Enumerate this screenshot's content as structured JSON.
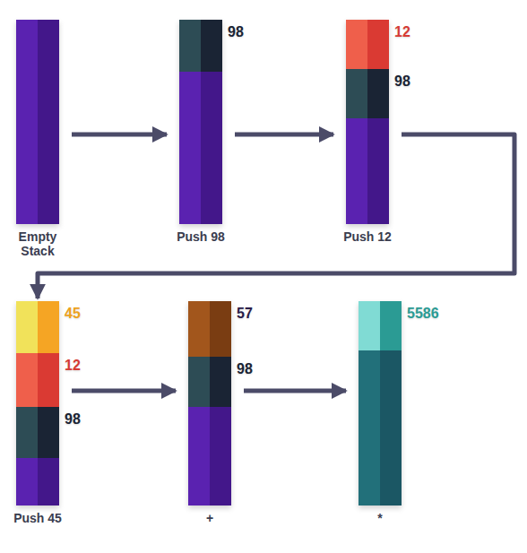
{
  "diagram": {
    "nodes": [
      {
        "text": [
          "Empty Stack"
        ]
      },
      {
        "text": [
          "Push 98"
        ]
      },
      {
        "text": [
          "98"
        ],
        "in": 1
      },
      {
        "text": [
          "Push 12"
        ]
      },
      {
        "text": [
          "12"
        ],
        "in": 3
      },
      {
        "text": [
          "98"
        ],
        "in": 3
      },
      {
        "text": [
          "Push 45"
        ]
      },
      {
        "text": [
          "45"
        ],
        "in": 6
      },
      {
        "text": [
          "12"
        ],
        "in": 6
      },
      {
        "text": [
          "98"
        ],
        "in": 6
      },
      {
        "text": [
          "+"
        ]
      },
      {
        "text": [
          "57"
        ],
        "in": 10
      },
      {
        "text": [
          "98"
        ],
        "in": 10
      },
      {
        "text": [
          "*"
        ]
      },
      {
        "text": [
          "5586"
        ],
        "in": 13
      }
    ],
    "edges": [
      {
        "from": 0,
        "to": 1,
        "arrow": "to"
      },
      {
        "from": 1,
        "to": 3,
        "arrow": "to"
      },
      {
        "from": 3,
        "to": 6,
        "arrow": "to"
      },
      {
        "from": 6,
        "to": 10,
        "arrow": "to"
      },
      {
        "from": 10,
        "to": 13,
        "arrow": "to"
      }
    ]
  }
}
